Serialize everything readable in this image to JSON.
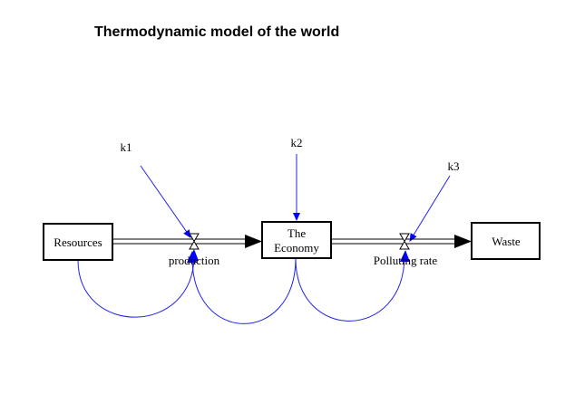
{
  "title": "Thermodynamic model of the world",
  "colors": {
    "link": "#2222ee",
    "link_head": "#0000ff",
    "stroke": "#000000"
  },
  "stocks": {
    "resources": "Resources",
    "economy_line1": "The",
    "economy_line2": "Economy",
    "waste": "Waste"
  },
  "flows": {
    "production": "production",
    "polluting": "Polluting rate"
  },
  "params": {
    "k1": "k1",
    "k2": "k2",
    "k3": "k3"
  }
}
